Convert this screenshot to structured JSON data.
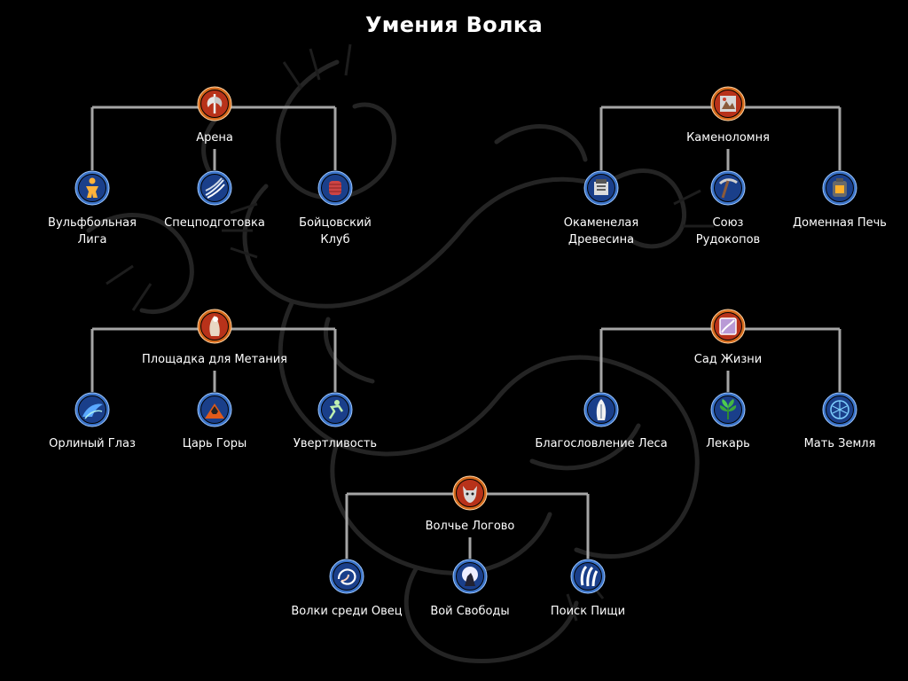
{
  "title": "Умения Волка",
  "colors": {
    "background": "#000000",
    "line": "#a5a5a5",
    "root_ring": "#d66a1c",
    "child_ring": "#3b73c8",
    "text": "#ffffff"
  },
  "groups": [
    {
      "root": {
        "label": "Арена",
        "icon": "axe-icon"
      },
      "children": [
        {
          "label": "Вульфбольная Лига",
          "icon": "wolf-athlete-icon"
        },
        {
          "label": "Спецподготовка",
          "icon": "claw-slash-icon"
        },
        {
          "label": "Бойцовский Клуб",
          "icon": "fist-icon"
        }
      ]
    },
    {
      "root": {
        "label": "Каменоломня",
        "icon": "quarry-icon"
      },
      "children": [
        {
          "label": "Окаменелая Древесина",
          "icon": "petrified-wood-icon"
        },
        {
          "label": "Союз Рудокопов",
          "icon": "pickaxe-icon"
        },
        {
          "label": "Доменная Печь",
          "icon": "furnace-icon"
        }
      ]
    },
    {
      "root": {
        "label": "Площадка для Метания",
        "icon": "thrower-icon"
      },
      "children": [
        {
          "label": "Орлиный Глаз",
          "icon": "eagle-eye-icon"
        },
        {
          "label": "Царь Горы",
          "icon": "mountain-king-icon"
        },
        {
          "label": "Увертливость",
          "icon": "dodge-icon"
        }
      ]
    },
    {
      "root": {
        "label": "Сад Жизни",
        "icon": "garden-icon"
      },
      "children": [
        {
          "label": "Благословление Леса",
          "icon": "forest-blessing-icon"
        },
        {
          "label": "Лекарь",
          "icon": "healer-leaf-icon"
        },
        {
          "label": "Мать Земля",
          "icon": "mother-earth-icon"
        }
      ]
    },
    {
      "root": {
        "label": "Волчье Логово",
        "icon": "wolf-head-icon"
      },
      "children": [
        {
          "label": "Волки среди Овец",
          "icon": "sheep-wolf-icon"
        },
        {
          "label": "Вой Свободы",
          "icon": "howling-wolf-icon"
        },
        {
          "label": "Поиск Пищи",
          "icon": "claw-marks-icon"
        }
      ]
    }
  ]
}
